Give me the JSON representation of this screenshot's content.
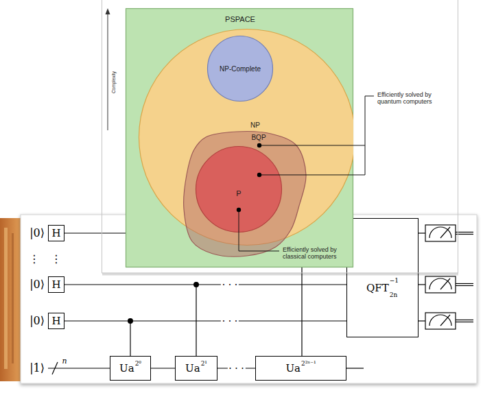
{
  "diagram": {
    "nodes": [
      {
        "text": [
          "PSPACE"
        ]
      },
      {
        "text": [
          "NP"
        ],
        "in": 0
      },
      {
        "text": [
          "NP-Complete"
        ],
        "in": 1
      },
      {
        "text": [
          "BQP"
        ],
        "in": 0
      },
      {
        "text": [
          "P"
        ],
        "in": 3
      },
      {
        "text": [
          "H"
        ]
      },
      {
        "text": [
          "H"
        ]
      },
      {
        "text": [
          "H"
        ]
      },
      {
        "text": [
          "QFT",
          "−1",
          "2n"
        ]
      },
      {
        "text": [
          "Ua",
          "2⁰"
        ]
      },
      {
        "text": [
          "Ua",
          "2¹"
        ]
      },
      {
        "text": [
          "Ua",
          "2²ⁿ⁻¹"
        ]
      }
    ],
    "edges": [
      {
        "from": 5,
        "to": 8,
        "arrow": "none"
      },
      {
        "from": 6,
        "to": 8,
        "arrow": "none",
        "label": "· · ·"
      },
      {
        "from": 7,
        "to": 8,
        "arrow": "none",
        "label": "· · ·"
      },
      {
        "from": 9,
        "to": 10,
        "arrow": "none"
      },
      {
        "from": 10,
        "to": 11,
        "arrow": "none",
        "label": "· · ·"
      }
    ],
    "labels": [
      "Complexity",
      "Efficiently solved by quantum computers",
      "Efficiently solved by classical computers",
      "|0⟩",
      "⋮",
      "⋮",
      "|0⟩",
      "|0⟩",
      "|1⟩",
      "n"
    ]
  }
}
